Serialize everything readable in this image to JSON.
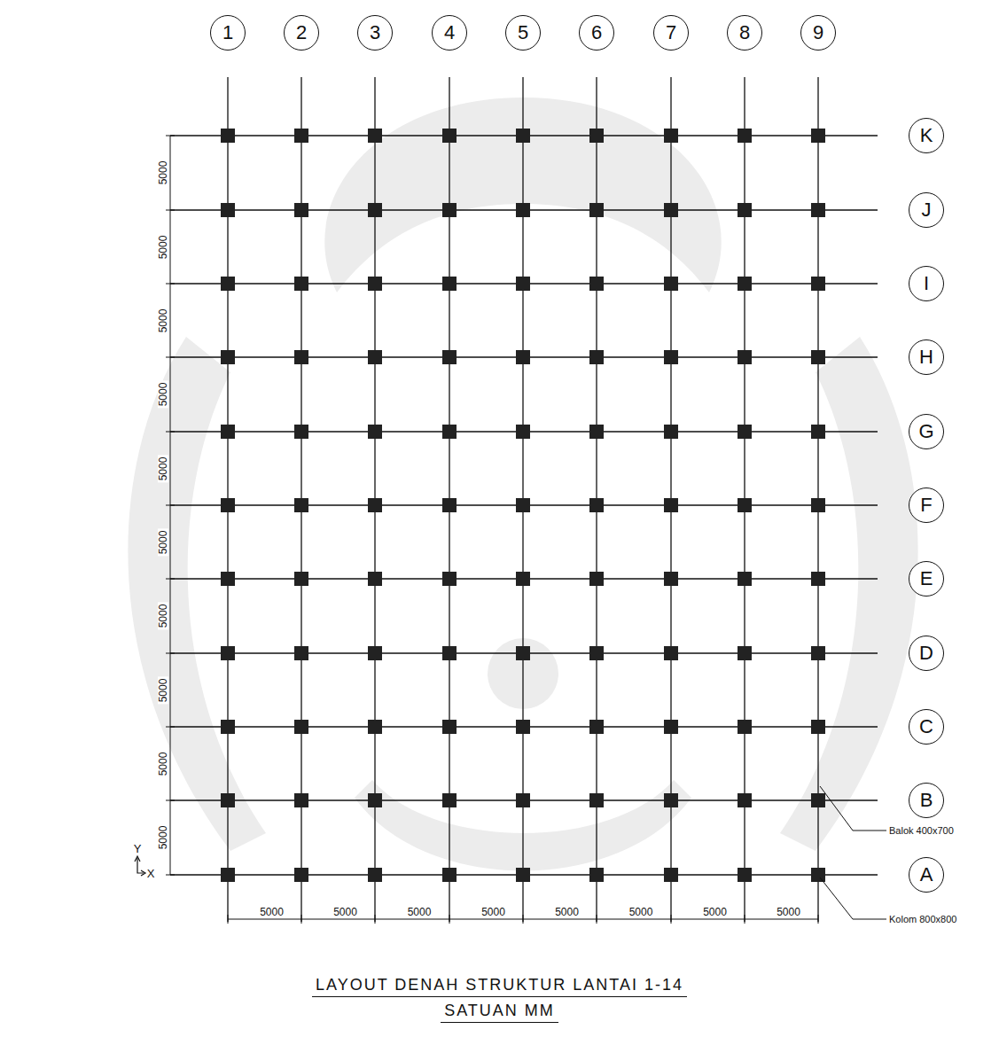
{
  "diagram": {
    "title": "LAYOUT DENAH STRUKTUR LANTAI 1-14",
    "caption": "SATUAN MM",
    "nodes": [
      {
        "text": [
          "1"
        ]
      },
      {
        "text": [
          "2"
        ]
      },
      {
        "text": [
          "3"
        ]
      },
      {
        "text": [
          "4"
        ]
      },
      {
        "text": [
          "5"
        ]
      },
      {
        "text": [
          "6"
        ]
      },
      {
        "text": [
          "7"
        ]
      },
      {
        "text": [
          "8"
        ]
      },
      {
        "text": [
          "9"
        ]
      },
      {
        "text": [
          "K"
        ]
      },
      {
        "text": [
          "J"
        ]
      },
      {
        "text": [
          "I"
        ]
      },
      {
        "text": [
          "H"
        ]
      },
      {
        "text": [
          "G"
        ]
      },
      {
        "text": [
          "F"
        ]
      },
      {
        "text": [
          "E"
        ]
      },
      {
        "text": [
          "D"
        ]
      },
      {
        "text": [
          "C"
        ]
      },
      {
        "text": [
          "B"
        ]
      },
      {
        "text": [
          "A"
        ]
      }
    ],
    "edges": [],
    "labels": [
      "5000",
      "5000",
      "5000",
      "5000",
      "5000",
      "5000",
      "5000",
      "5000",
      "5000",
      "5000",
      "5000",
      "5000",
      "5000",
      "5000",
      "5000",
      "5000",
      "5000",
      "5000",
      "Balok 400x700",
      "Kolom 800x800",
      "Y",
      "X"
    ]
  }
}
